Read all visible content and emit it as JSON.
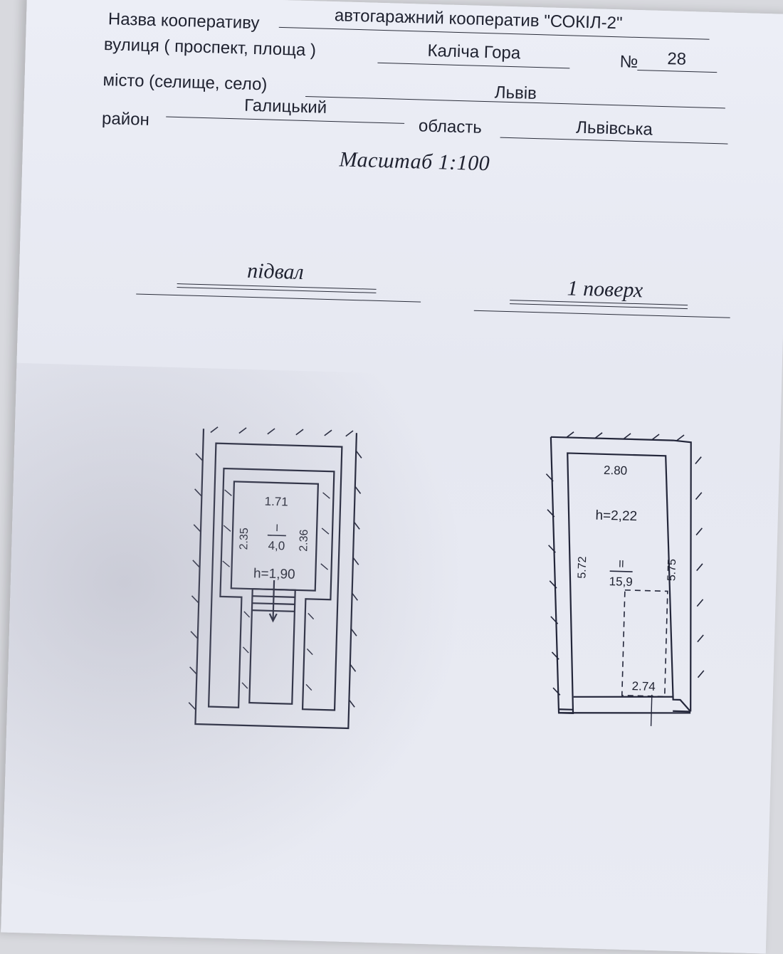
{
  "form": {
    "cooperative_label": "Назва кооперативу",
    "cooperative_value": "автогаражний кооператив \"СОКІЛ-2\"",
    "street_label": "вулиця ( проспект, площа )",
    "street_value": "Каліча Гора",
    "number_label": "№",
    "number_value": "28",
    "city_label": "місто (селище, село)",
    "city_value": "Львів",
    "district_label": "район",
    "district_value": "Галицький",
    "region_label": "область",
    "region_value": "Львівська"
  },
  "scale": "Масштаб 1:100",
  "basement": {
    "title": "підвал",
    "width": "1.71",
    "left_len": "2.35",
    "right_len": "2.36",
    "room_no": "I",
    "area": "4,0",
    "height": "h=1,90"
  },
  "first_floor": {
    "title": "1 поверх",
    "width": "2.80",
    "height": "h=2,22",
    "left_len": "5.72",
    "right_len": "5.75",
    "room_no": "II",
    "area": "15,9",
    "gate_width": "2.74"
  }
}
